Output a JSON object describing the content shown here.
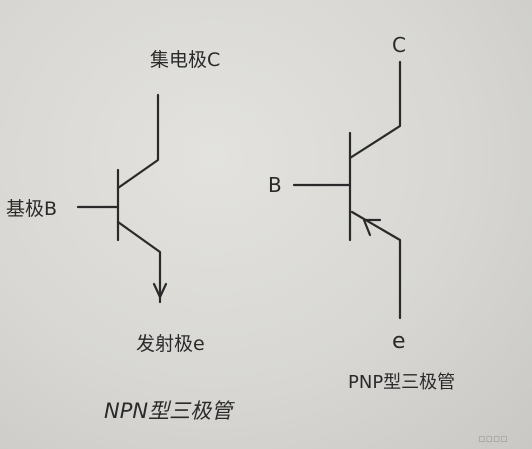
{
  "npn": {
    "collector_label": "集电极C",
    "base_label": "基极B",
    "emitter_label": "发射极e",
    "caption": "NPN型三极管"
  },
  "pnp": {
    "collector_label": "C",
    "base_label": "B",
    "emitter_label": "e",
    "caption": "PNP型三极管"
  },
  "watermark": "▫▫▫▫"
}
